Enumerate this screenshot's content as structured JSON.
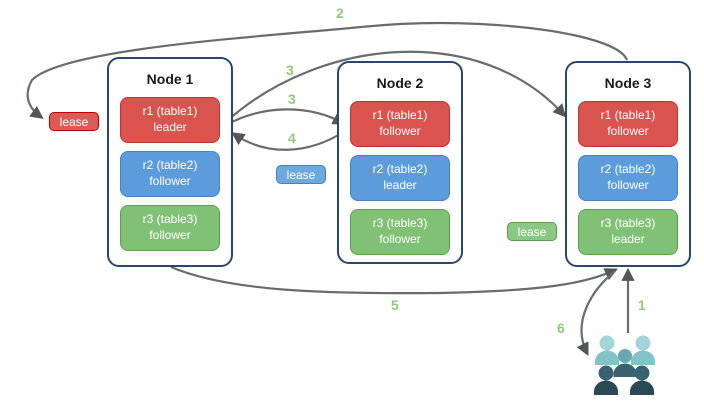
{
  "colors": {
    "node-border": "#29486e",
    "red-fill": "#d9534f",
    "red-border": "#bf3330",
    "blue-fill": "#5d9cdb",
    "blue-border": "#4583c9",
    "green-fill": "#81c176",
    "green-border": "#58a04c",
    "lease-red-fill": "#dc5b57",
    "lease-red-border": "#c00000",
    "lease-blue-fill": "#6fa8dc",
    "lease-green-fill": "#8bc883",
    "arrow": "#696c6e",
    "arrow-head": "#53575a",
    "number-green": "#90c978",
    "teal-light-head": "#a3d5d8",
    "teal-light-body": "#83c2c6",
    "teal-mid-head": "#68a8ae",
    "teal-mid-body": "#3c6270",
    "teal-dark-head": "#39646f",
    "teal-dark-body": "#2b4955"
  },
  "nodes": [
    {
      "title": "Node 1",
      "replicas": [
        {
          "name": "r1 (table1)",
          "role": "leader"
        },
        {
          "name": "r2 (table2)",
          "role": "follower"
        },
        {
          "name": "r3 (table3)",
          "role": "follower"
        }
      ]
    },
    {
      "title": "Node 2",
      "replicas": [
        {
          "name": "r1 (table1)",
          "role": "follower"
        },
        {
          "name": "r2 (table2)",
          "role": "leader"
        },
        {
          "name": "r3 (table3)",
          "role": "follower"
        }
      ]
    },
    {
      "title": "Node 3",
      "replicas": [
        {
          "name": "r1 (table1)",
          "role": "follower"
        },
        {
          "name": "r2 (table2)",
          "role": "follower"
        },
        {
          "name": "r3 (table3)",
          "role": "leader"
        }
      ]
    }
  ],
  "leases": [
    {
      "label": "lease",
      "color": "red"
    },
    {
      "label": "lease",
      "color": "blue"
    },
    {
      "label": "lease",
      "color": "green"
    }
  ],
  "steps": {
    "s1": "1",
    "s2": "2",
    "s3a": "3",
    "s3b": "3",
    "s4": "4",
    "s5": "5",
    "s6": "6"
  },
  "icons": {
    "users_group": "users-group"
  }
}
